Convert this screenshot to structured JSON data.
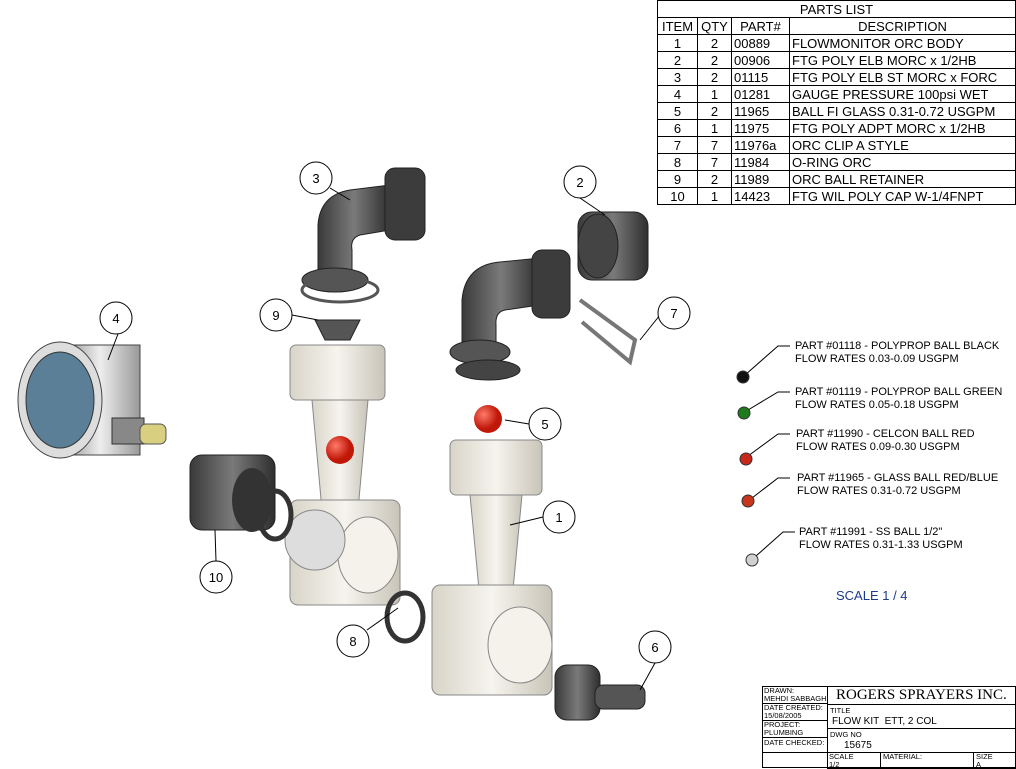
{
  "parts_list": {
    "title": "PARTS LIST",
    "headers": [
      "ITEM",
      "QTY",
      "PART#",
      "DESCRIPTION"
    ],
    "rows": [
      [
        "1",
        "2",
        "00889",
        "FLOWMONITOR ORC BODY"
      ],
      [
        "2",
        "2",
        "00906",
        "FTG POLY ELB MORC x 1/2HB"
      ],
      [
        "3",
        "2",
        "01115",
        "FTG POLY ELB ST MORC x FORC"
      ],
      [
        "4",
        "1",
        "01281",
        "GAUGE PRESSURE 100psi WET"
      ],
      [
        "5",
        "2",
        "11965",
        "BALL FI GLASS 0.31-0.72 USGPM"
      ],
      [
        "6",
        "1",
        "11975",
        "FTG POLY ADPT MORC x 1/2HB"
      ],
      [
        "7",
        "7",
        "11976a",
        "ORC CLIP A STYLE"
      ],
      [
        "8",
        "7",
        "11984",
        "O-RING ORC"
      ],
      [
        "9",
        "2",
        "11989",
        "ORC BALL RETAINER"
      ],
      [
        "10",
        "1",
        "14423",
        "FTG WIL POLY CAP W-1/4FNPT"
      ]
    ]
  },
  "balloons": [
    "1",
    "2",
    "3",
    "4",
    "5",
    "6",
    "7",
    "8",
    "9",
    "10"
  ],
  "ball_notes": [
    {
      "line1": "PART #01118 - POLYPROP BALL BLACK",
      "line2": "FLOW RATES 0.03-0.09 USGPM",
      "color": "#111111"
    },
    {
      "line1": "PART #01119 - POLYPROP BALL GREEN",
      "line2": "FLOW RATES 0.05-0.18 USGPM",
      "color": "#1e7a1e"
    },
    {
      "line1": "PART #11990 - CELCON BALL RED",
      "line2": "FLOW RATES 0.09-0.30 USGPM",
      "color": "#c8281c"
    },
    {
      "line1": "PART #11965 - GLASS BALL RED/BLUE",
      "line2": "FLOW RATES 0.31-0.72 USGPM",
      "color": "#c8341c"
    },
    {
      "line1": "PART #11991 - SS BALL 1/2\"",
      "line2": "FLOW RATES 0.31-1.33 USGPM",
      "color": "#d0d0d0"
    }
  ],
  "scale_note": "SCALE 1 / 4",
  "title_block": {
    "drawn_label": "DRAWN:",
    "drawn": "MEHDI SABBAGH",
    "date_created_label": "DATE CREATED:",
    "date_created": "15/08/2005",
    "project_label": "PROJECT:",
    "project": "PLUMBING",
    "date_checked_label": "DATE CHECKED:",
    "company": "ROGERS SPRAYERS INC.",
    "title_label": "TITLE",
    "title": "FLOW KIT  ETT, 2 COL",
    "dwg_label": "DWG NO",
    "dwg_no": "15675",
    "scale_label": "SCALE",
    "scale": "1/2",
    "material_label": "MATERIAL:",
    "size_label": "SIZE",
    "size": "A"
  }
}
